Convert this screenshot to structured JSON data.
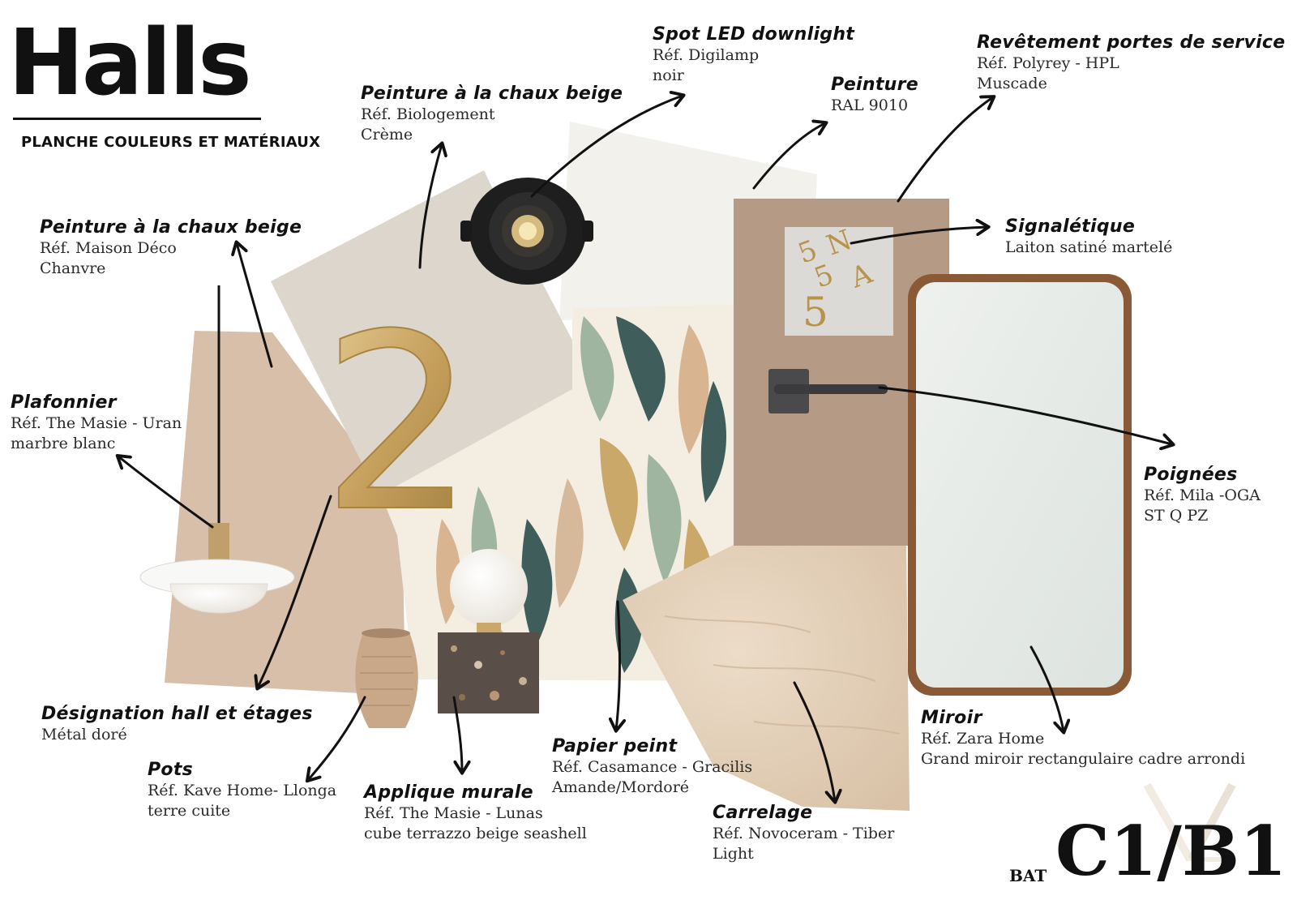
{
  "header": {
    "title": "Halls",
    "subtitle": "PLANCHE COULEURS ET MATÉRIAUX"
  },
  "annotations": [
    {
      "id": "spot",
      "title": "Spot LED downlight",
      "lines": [
        "Réf. Digilamp",
        "noir"
      ]
    },
    {
      "id": "revetement",
      "title": "Revêtement portes de service",
      "lines": [
        "Réf. Polyrey - HPL",
        "Muscade"
      ]
    },
    {
      "id": "peinture-biologement",
      "title": "Peinture à la chaux beige",
      "lines": [
        "Réf. Biologement",
        "Crème"
      ]
    },
    {
      "id": "peinture-ral",
      "title": "Peinture",
      "lines": [
        "RAL 9010"
      ]
    },
    {
      "id": "peinture-maison-deco",
      "title": "Peinture à la chaux beige",
      "lines": [
        "Réf. Maison Déco",
        "Chanvre"
      ]
    },
    {
      "id": "signaletique",
      "title": "Signalétique",
      "lines": [
        "Laiton satiné martelé"
      ]
    },
    {
      "id": "plafonnier",
      "title": "Plafonnier",
      "lines": [
        "Réf. The Masie - Uran",
        "marbre blanc"
      ]
    },
    {
      "id": "poignees",
      "title": "Poignées",
      "lines": [
        "Réf. Mila -OGA",
        "ST Q PZ"
      ]
    },
    {
      "id": "designation",
      "title": "Désignation hall et étages",
      "lines": [
        "Métal doré"
      ]
    },
    {
      "id": "miroir",
      "title": "Miroir",
      "lines": [
        "Réf. Zara Home",
        "Grand miroir rectangulaire cadre arrondi"
      ]
    },
    {
      "id": "papier-peint",
      "title": "Papier peint",
      "lines": [
        "Réf. Casamance - Gracilis",
        "Amande/Mordoré"
      ]
    },
    {
      "id": "pots",
      "title": "Pots",
      "lines": [
        "Réf. Kave Home- Llonga",
        "terre cuite"
      ]
    },
    {
      "id": "applique",
      "title": "Applique murale",
      "lines": [
        "Réf. The Masie - Lunas",
        "cube terrazzo beige seashell"
      ]
    },
    {
      "id": "carrelage",
      "title": "Carrelage",
      "lines": [
        "Réf. Novoceram - Tiber",
        "Light"
      ]
    }
  ],
  "signage_sample": [
    "5",
    "N",
    "5",
    "A",
    "5"
  ],
  "numeral_sample": "2",
  "footer": {
    "bat_label": "BAT",
    "bat_code": "C1/B1"
  },
  "colors": {
    "chanvre": "#d7bfa9",
    "creme": "#dcd6cc",
    "ral9010": "#f2f1ec",
    "muscade": "#b59b86",
    "brass": "#c9a86a",
    "wallpaper_green": "#9fb5a0",
    "wallpaper_teal": "#3f5d5a",
    "travertine": "#e4d2bd",
    "mirror_frame": "#8a5a36"
  },
  "icons": {
    "spot": "round-black-downlight-icon",
    "pendant": "pendant-lamp-icon",
    "vase": "terracotta-vase-icon",
    "wall_light": "terrazzo-cube-lamp-icon",
    "handle": "door-lever-handle-icon",
    "logo": "ya-logo-mark"
  }
}
